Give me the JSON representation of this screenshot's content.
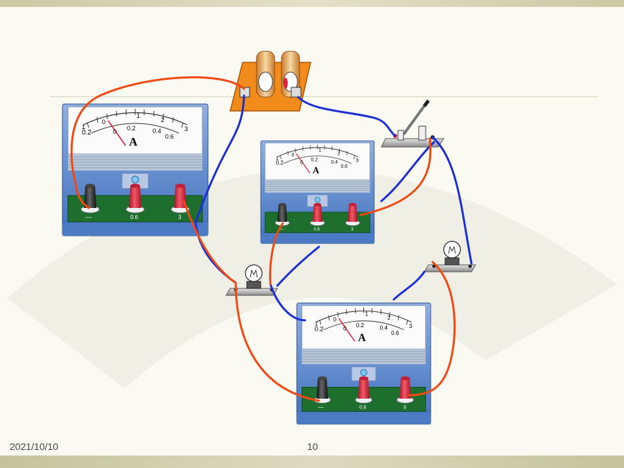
{
  "slide": {
    "date": "2021/10/10",
    "page_number": "10"
  },
  "ammeter": {
    "unit": "A",
    "scale_top": [
      "1",
      "0",
      "1",
      "2",
      "3"
    ],
    "scale_bottom": [
      "0.2",
      "0",
      "0.2",
      "0.4",
      "0.6"
    ],
    "terminals": [
      "—",
      "0.6",
      "3"
    ]
  },
  "colors": {
    "red_wire": "#f04a14",
    "blue_wire": "#1c2fd6",
    "meter_body": "#5b86c9",
    "terminal_board": "#1e6e2e"
  }
}
